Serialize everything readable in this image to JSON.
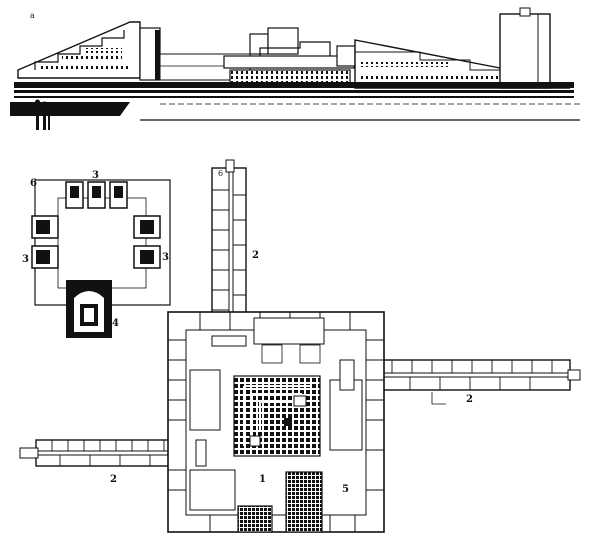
{
  "elevation": {
    "label": "a"
  },
  "small_plan": {
    "labels": {
      "top_left": "6",
      "top": "3",
      "left": "3",
      "right": "3",
      "bottom": "4"
    }
  },
  "main_plan": {
    "labels": {
      "tower_top": "6",
      "north_wing": "2",
      "east_wing": "2",
      "west_wing": "2",
      "courtyard": "1",
      "southeast_block": "5"
    }
  },
  "colors": {
    "ink": "#111111",
    "paper": "#ffffff",
    "hatch": "#222222"
  }
}
